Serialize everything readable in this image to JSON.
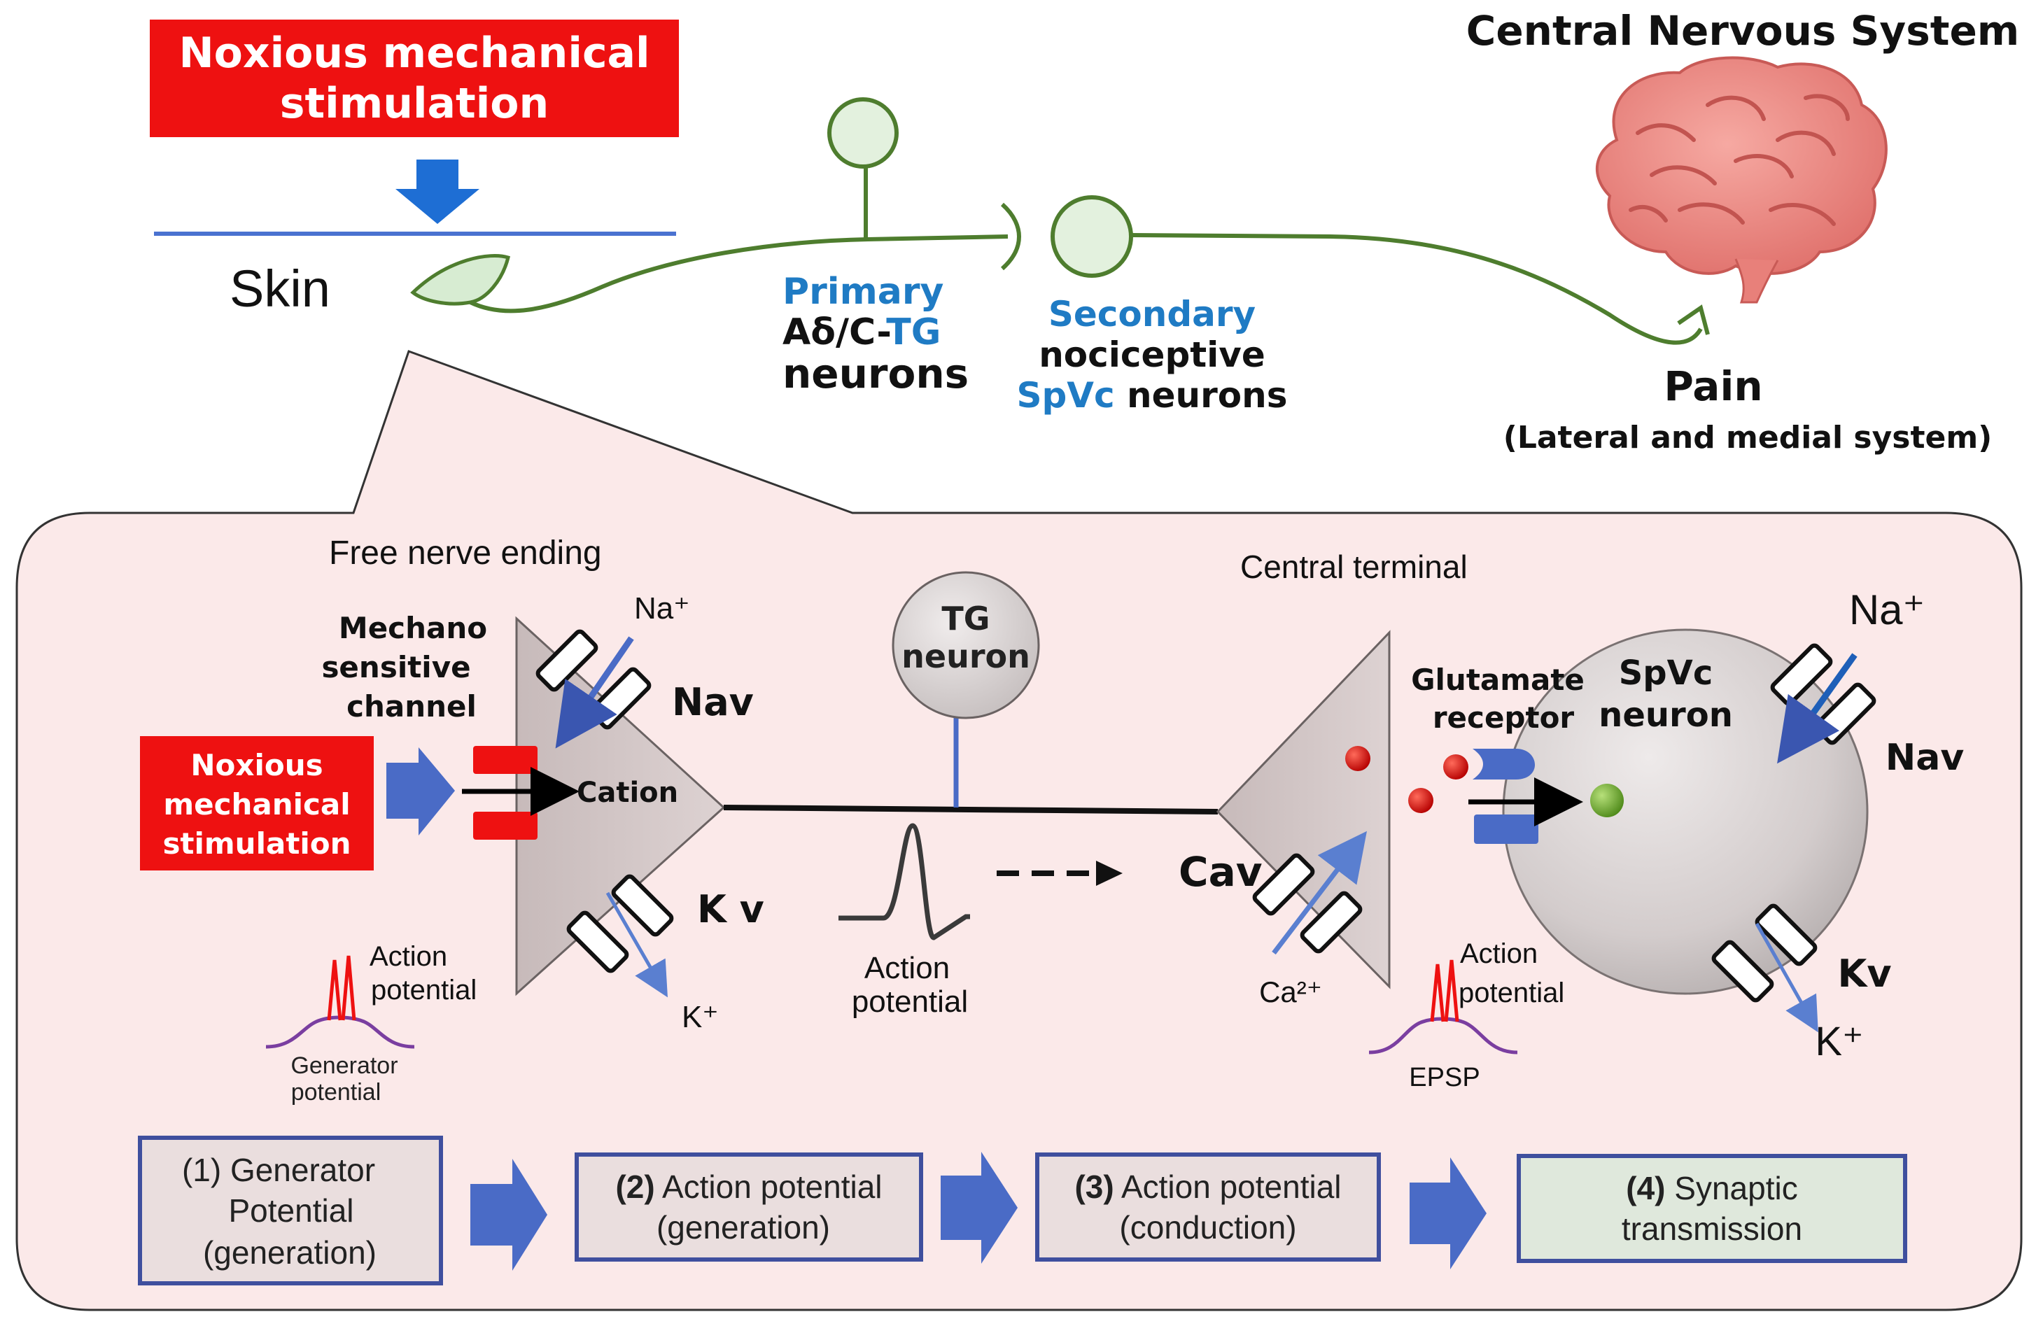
{
  "top": {
    "stimulus_box": {
      "line1": "Noxious mechanical",
      "line2": "stimulation"
    },
    "skin_label": "Skin",
    "cns_title": "Central Nervous System",
    "primary": {
      "line1": "Primary",
      "line2_prefix": "Aδ/C-",
      "line2_suffix": "TG",
      "line3": "neurons"
    },
    "secondary": {
      "line1": "Secondary",
      "line2": "nociceptive",
      "line3_prefix": "SpVc",
      "line3_suffix": " neurons"
    },
    "pain": {
      "label": "Pain",
      "sub": "(Lateral and medial system)"
    }
  },
  "detail": {
    "free_nerve_ending": "Free nerve ending",
    "central_terminal": "Central terminal",
    "mechano": {
      "line1": "Mechano",
      "line2": "sensitive",
      "line3": "channel"
    },
    "stimulus_box": {
      "line1": "Noxious",
      "line2": "mechanical",
      "line3": "stimulation"
    },
    "cation": "Cation",
    "na_left": "Na⁺",
    "nav_left": "Nav",
    "kv_left": "K v",
    "k_left": "K⁺",
    "ap_left": {
      "line1": "Action",
      "line2": "potential"
    },
    "generator": {
      "line1": "Generator",
      "line2": "potential"
    },
    "tg_neuron": {
      "line1": "TG",
      "line2": "neuron"
    },
    "ap_mid": {
      "line1": "Action",
      "line2": "potential"
    },
    "cav": "Cav",
    "ca": "Ca²⁺",
    "glutamate": {
      "line1": "Glutamate",
      "line2": "receptor"
    },
    "spvc": {
      "line1": "SpVc",
      "line2": "neuron"
    },
    "na_right": "Na⁺",
    "nav_right": "Nav",
    "kv_right": "Kv",
    "k_right": "K⁺",
    "ap_right": {
      "line1": "Action",
      "line2": "potential"
    },
    "epsp": "EPSP"
  },
  "steps": [
    {
      "line1": "(1)    Generator",
      "line2": "Potential",
      "line3": "(generation)"
    },
    {
      "num": "(2)",
      "line1_rest": " Action potential",
      "line2": "(generation)"
    },
    {
      "num": "(3)",
      "line1_rest": " Action potential",
      "line2": "(conduction)"
    },
    {
      "num": "(4)",
      "line1_rest": " Synaptic",
      "line2": "transmission"
    }
  ],
  "colors": {
    "red": "#ee1111",
    "blue_text": "#1f7bc4",
    "nerve_green": "#4e7d2e",
    "panel_pink": "#fbe9e9",
    "arrow_blue": "#4a6bc6",
    "step_fill": "#eadede",
    "step4_fill": "#dfe8dc",
    "step_border": "#3f4f9e"
  }
}
